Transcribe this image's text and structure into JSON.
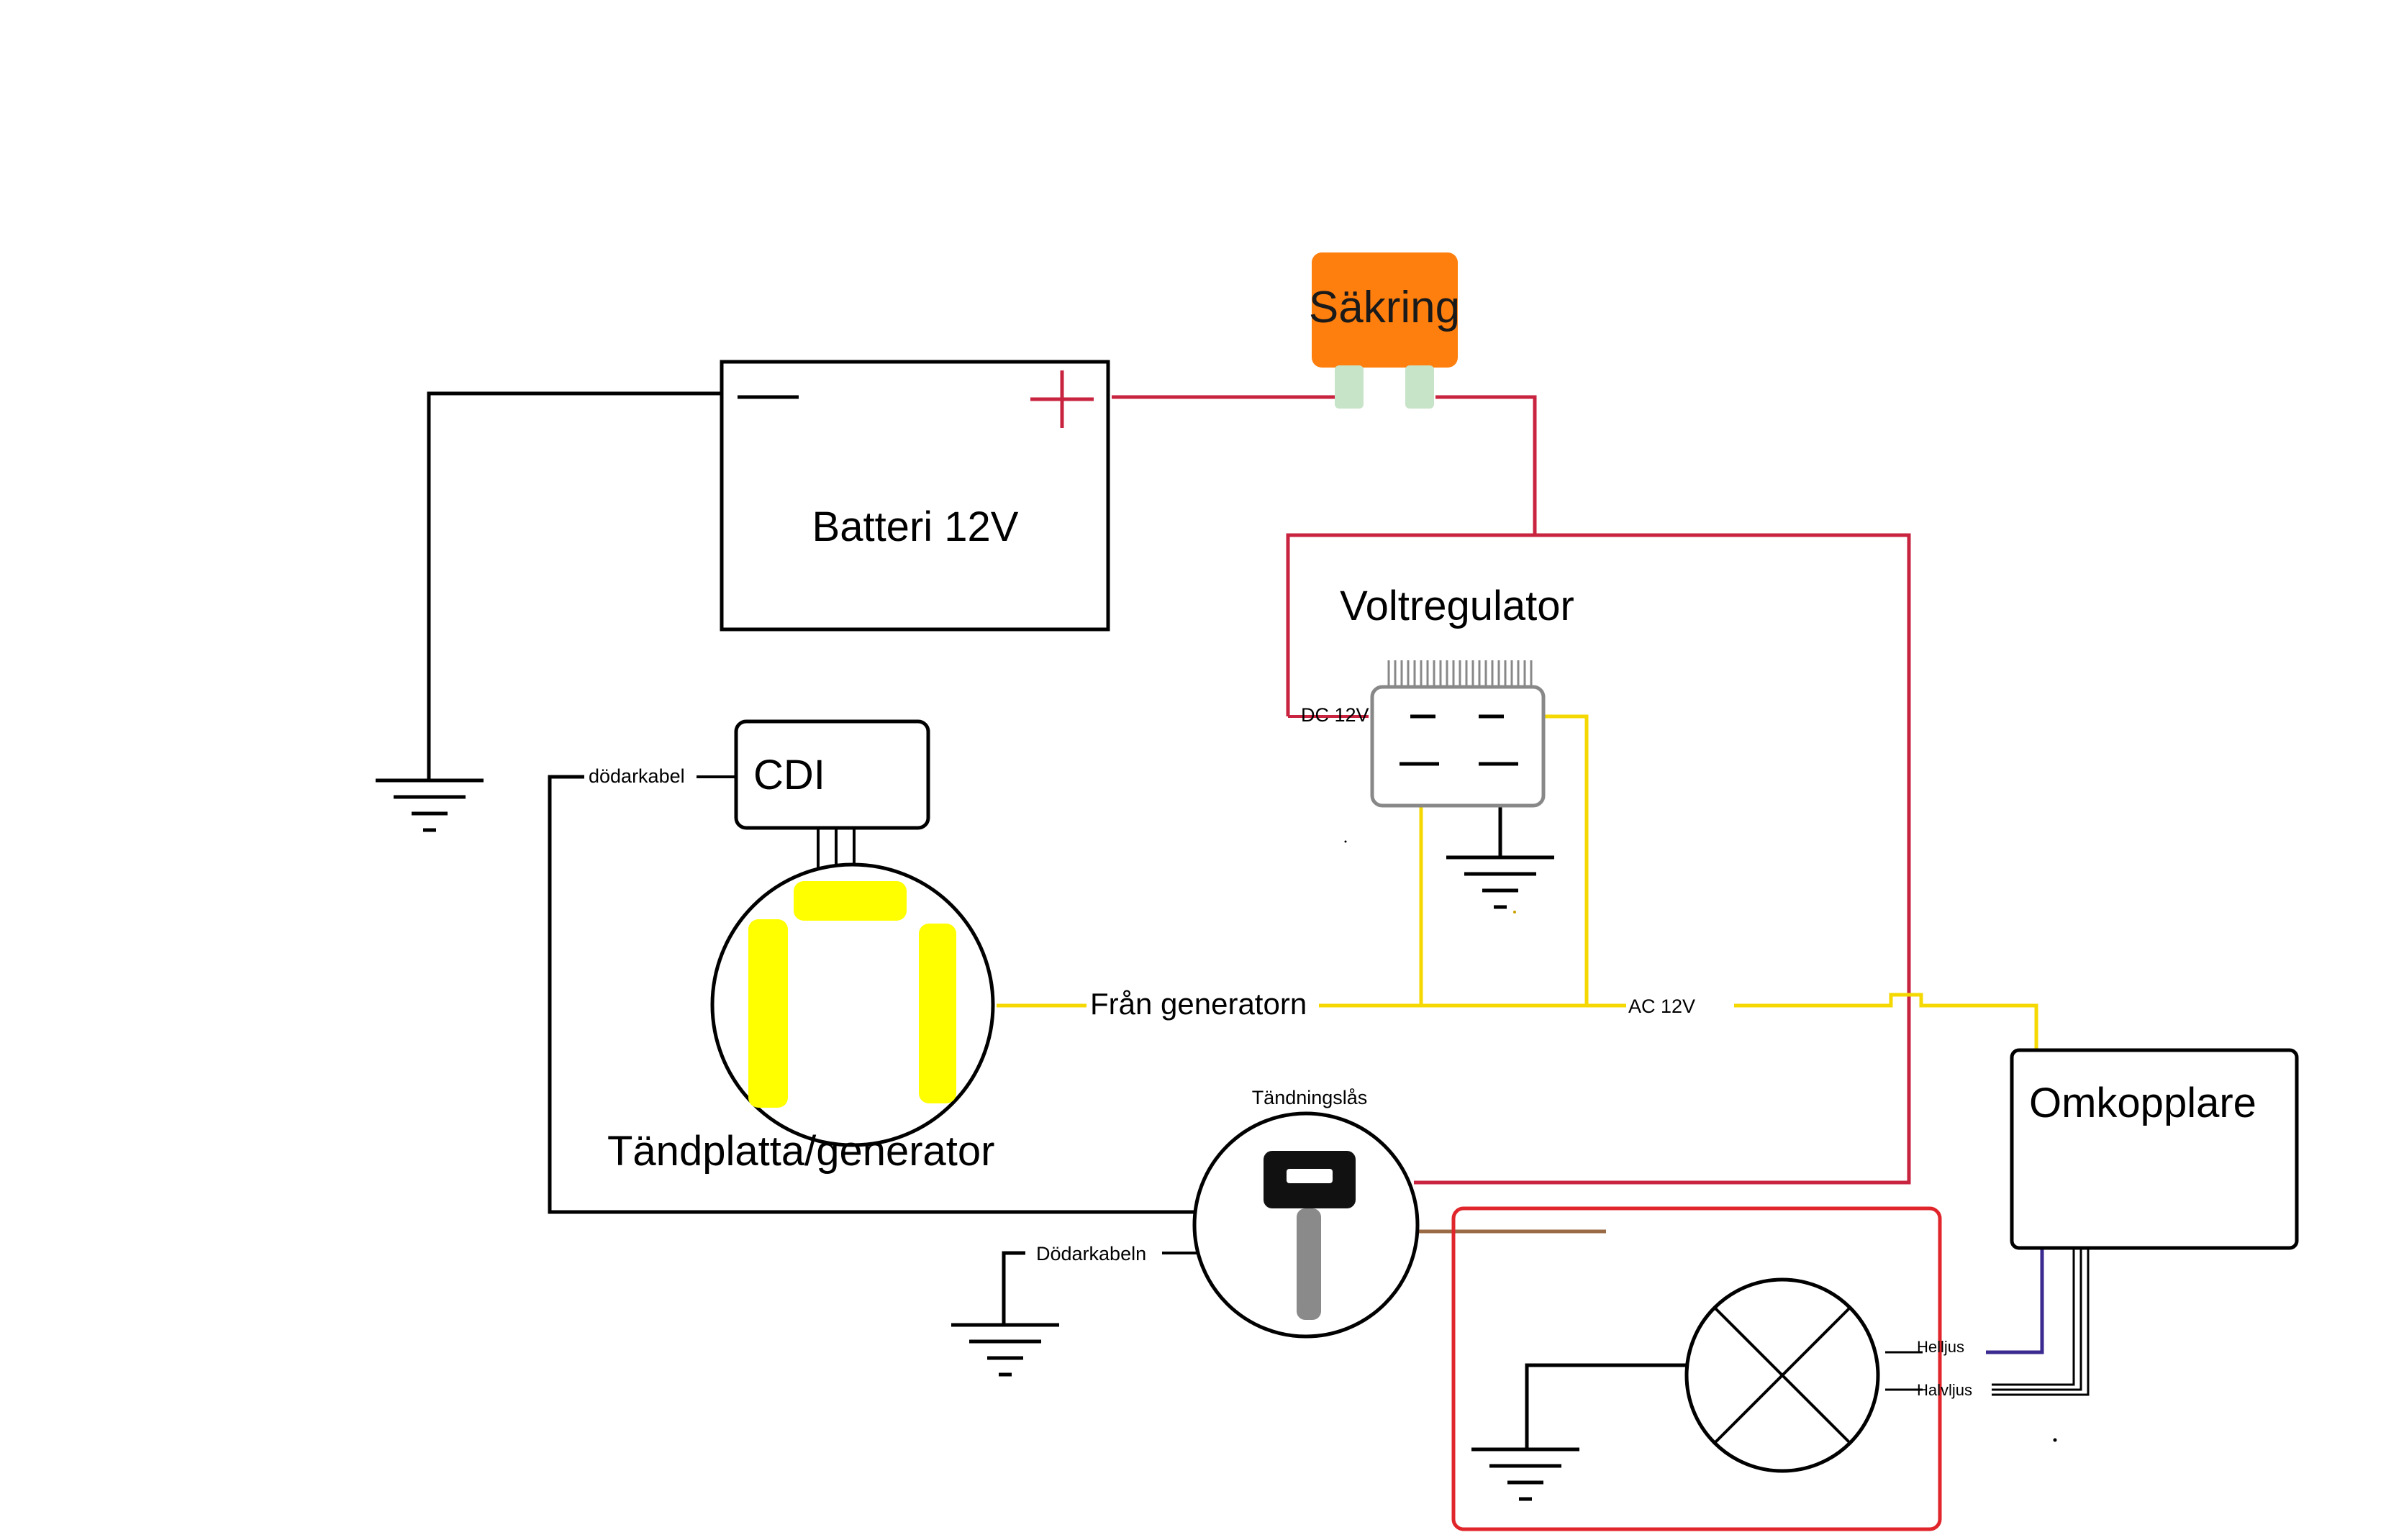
{
  "components": {
    "fuse": {
      "label": "Säkring"
    },
    "battery": {
      "label": "Batteri 12V",
      "minus": "−",
      "plus": "+"
    },
    "regulator": {
      "label": "Voltregulator",
      "dc_label": "DC 12V"
    },
    "cdi": {
      "label": "CDI",
      "kill_wire": "dödarkabel"
    },
    "stator": {
      "label": "Tändplatta/generator",
      "wire_label": "Från generatorn"
    },
    "ac_label": "AC 12V",
    "ignition": {
      "label": "Tändningslås",
      "kill_wire": "Dödarkabeln"
    },
    "switch": {
      "label": "Omkopplare"
    },
    "lamp": {
      "high_beam": "Helljus",
      "low_beam": "Halvljus"
    }
  },
  "colors": {
    "dc_positive": "#c8233f",
    "ac_wire": "#f5d800",
    "ground": "#000000",
    "high_beam_wire": "#3b2a8f",
    "brown_wire": "#9a6a45",
    "fuse_body": "#ff7f0e",
    "fuse_pins": "#c7e3c8",
    "stator_magnet": "#ffff00",
    "lamp_frame": "#e0252b"
  }
}
